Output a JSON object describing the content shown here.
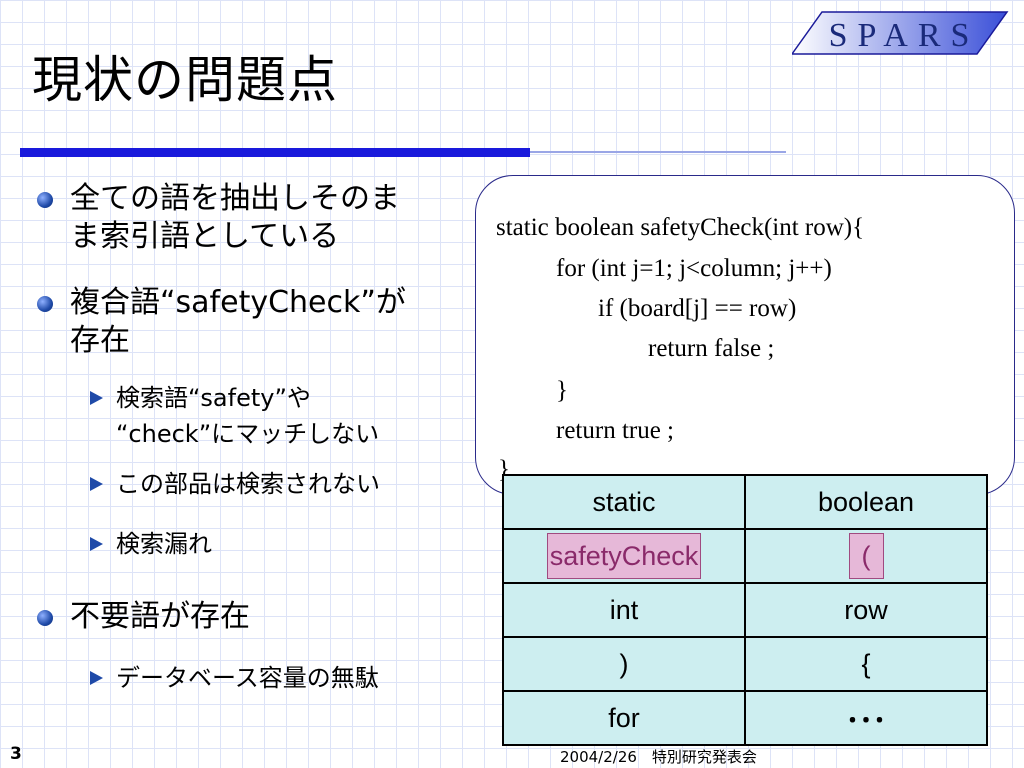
{
  "slide": {
    "title": "現状の問題点",
    "logo_text": "SPARS",
    "page_number": "3",
    "footer": "2004/2/26　特別研究発表会"
  },
  "bullets": [
    {
      "lines": [
        "全ての語を抽出しそのま",
        "ま索引語としている"
      ]
    },
    {
      "lines": [
        "複合語“safetyCheck”が",
        "存在"
      ],
      "sub": [
        {
          "lines": [
            "検索語“safety”や",
            "“check”にマッチしない"
          ]
        },
        {
          "lines": [
            "この部品は検索されない"
          ]
        },
        {
          "lines": [
            "検索漏れ"
          ]
        }
      ]
    },
    {
      "lines": [
        "不要語が存在"
      ],
      "sub": [
        {
          "lines": [
            "データベース容量の無駄"
          ]
        }
      ]
    }
  ],
  "code": [
    "static boolean safetyCheck(int row){",
    "for (int j=1; j<column; j++)",
    "if (board[j] == row)",
    "return false ;",
    "}",
    "return true ;",
    "}"
  ],
  "tokens": [
    [
      "static",
      "boolean"
    ],
    [
      "safetyCheck",
      "("
    ],
    [
      "int",
      "row"
    ],
    [
      ")",
      "{"
    ],
    [
      "for",
      "･･･"
    ]
  ],
  "colors": {
    "title_rule": "#1a1adc",
    "bullet": "#1f4aa8",
    "table_bg": "#cdeef0",
    "highlight": "#e6b8d8"
  }
}
